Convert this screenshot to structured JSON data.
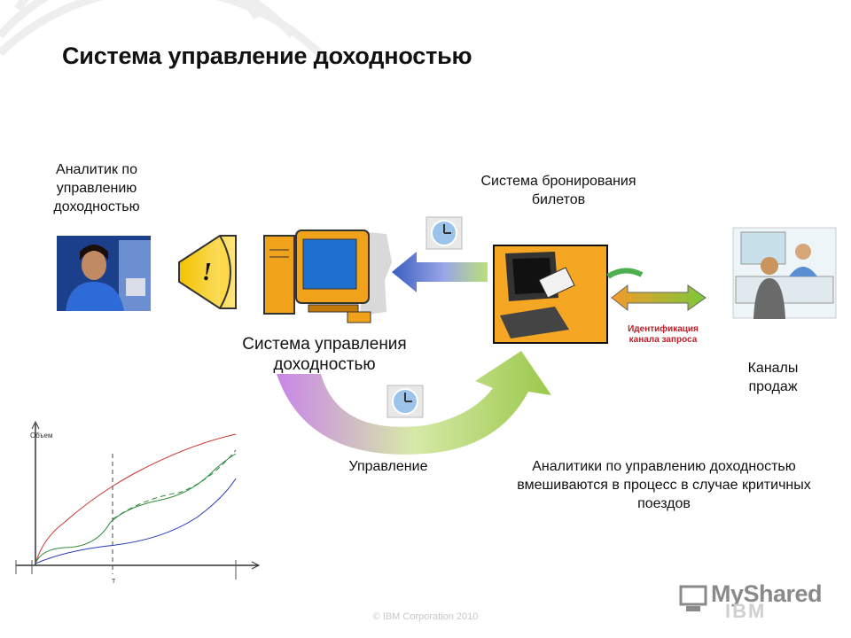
{
  "title": "Система управление доходностью",
  "analyst_label": "Аналитик по управлению доходностью",
  "booking_label": "Система бронирования билетов",
  "system_label": "Система управления доходностью",
  "channels_label": "Каналы продаж",
  "identification_label": "Идентификация канала запроса",
  "management_label": "Управление",
  "analytics_note": "Аналитики по управлению доходностью вмешиваются в процесс в случае критичных поездов",
  "graph": {
    "y_label": "Объем",
    "x_label": "T"
  },
  "footer": "© IBM Corporation 2010",
  "watermark": {
    "text": "MyShared",
    "ibm": "IBM"
  },
  "colors": {
    "arrow_blue": "#3a5ec0",
    "arrow_green": "#9bc84a",
    "arrow_violet": "#c985e8",
    "monitor_orange": "#f5a623",
    "curve_red": "#d0342c",
    "curve_green": "#2e8b3a",
    "curve_blue": "#2438b8"
  }
}
